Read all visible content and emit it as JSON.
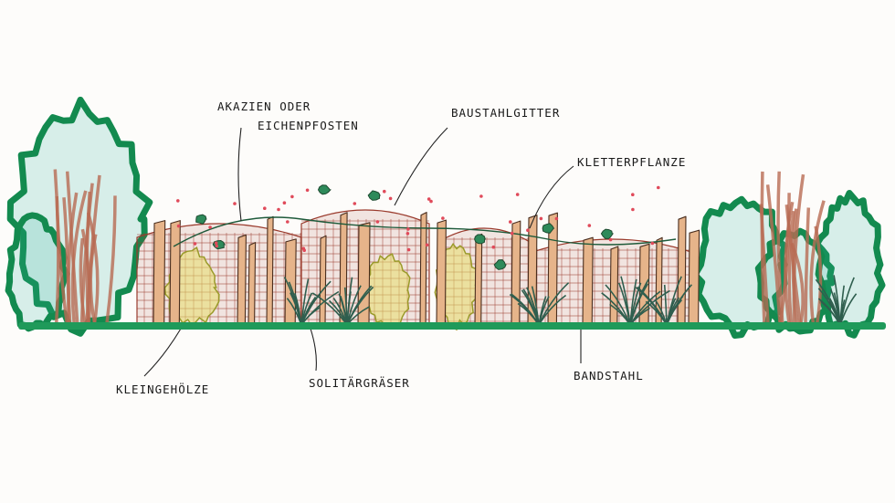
{
  "labels": {
    "posts_line1": "Akazien oder",
    "posts_line2": "Eichenpfosten",
    "mesh": "Baustahlgitter",
    "climber": "Kletterpflanze",
    "shrubs": "Kleingehölze",
    "grasses": "Solitärgräser",
    "strap": "Bandstahl"
  },
  "colors": {
    "ground": "#1f9a5a",
    "hedge_outline": "#138a4f",
    "hedge_fill": "#2fb39a",
    "wood": "#e6b48a",
    "mesh": "#9a3a2c",
    "flower": "#e04a5a",
    "shrub_yellow": "#e5dc6a",
    "grass": "#2f5e4e"
  }
}
